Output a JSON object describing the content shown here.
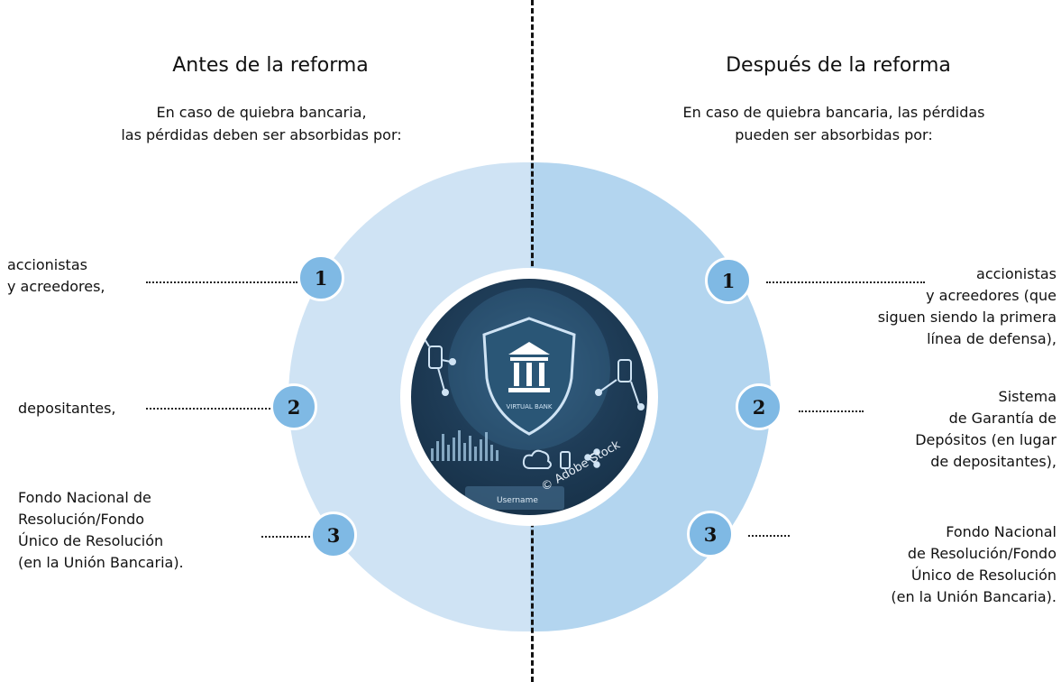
{
  "left": {
    "heading": "Antes de la reforma",
    "subtitle_lines": [
      "En caso de quiebra bancaria,",
      "las pérdidas deben ser absorbidas por:"
    ],
    "items": [
      {
        "number": "1",
        "lines": [
          "accionistas",
          "y acreedores,"
        ]
      },
      {
        "number": "2",
        "lines": [
          "depositantes,"
        ]
      },
      {
        "number": "3",
        "lines": [
          "Fondo Nacional de",
          "Resolución/Fondo",
          "Único de Resolución",
          "(en la Unión Bancaria)."
        ]
      }
    ]
  },
  "right": {
    "heading": "Después de la reforma",
    "subtitle_lines": [
      "En caso de quiebra bancaria, las pérdidas",
      "pueden ser absorbidas por:"
    ],
    "items": [
      {
        "number": "1",
        "lines": [
          "accionistas",
          "y acreedores (que",
          "siguen siendo la primera",
          "línea de defensa),"
        ]
      },
      {
        "number": "2",
        "lines": [
          "Sistema",
          "de Garantía de",
          "Depósitos (en lugar",
          "de depositantes),"
        ]
      },
      {
        "number": "3",
        "lines": [
          "Fondo Nacional",
          "de Resolución/Fondo",
          "Único de Resolución",
          "(en la Unión Bancaria)."
        ]
      }
    ]
  },
  "center_image": {
    "shield_text": "VIRTUAL BANK",
    "login_field": "Username",
    "credit": "© Adobe Stock"
  },
  "colors": {
    "left_half": "#cfe3f4",
    "right_half": "#b3d5ef",
    "badge": "#7fb9e4",
    "divider": "#111111"
  },
  "icons": [
    "bank-icon",
    "shield-icon",
    "smartphone-icon",
    "cloud-icon",
    "network-icon"
  ]
}
